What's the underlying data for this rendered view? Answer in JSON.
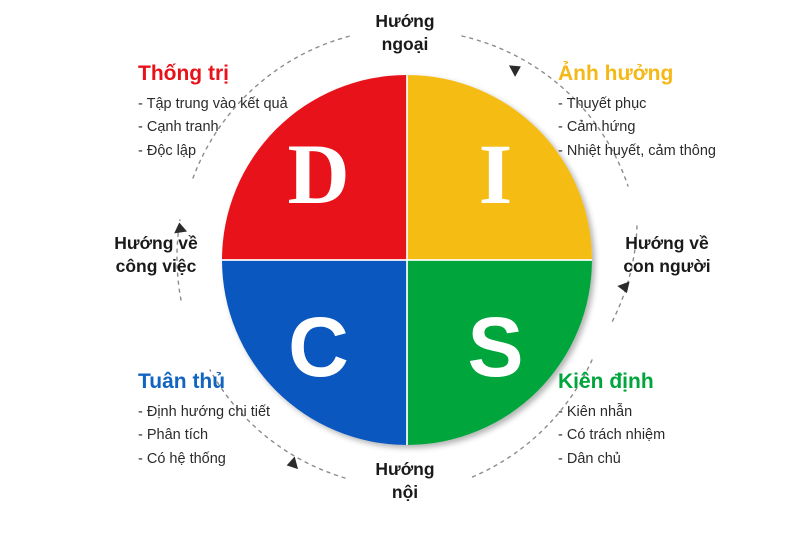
{
  "diagram": {
    "title": "DISC",
    "colors": {
      "dominance_red": "#E8121A",
      "influence_yellow": "#F5BC14",
      "compliance_blue": "#0B57C0",
      "steadiness_green": "#00A63C",
      "letter_white": "#FFFFFF",
      "arc_gray": "#8C8C8C",
      "body_text": "#2B2B2B"
    },
    "center": {
      "letters": [
        {
          "key": "D",
          "label": "D",
          "quadrant": "top-left",
          "color": "#E8121A"
        },
        {
          "key": "I",
          "label": "I",
          "quadrant": "top-right",
          "color": "#F5BC14"
        },
        {
          "key": "C",
          "label": "C",
          "quadrant": "bottom-left",
          "color": "#0B57C0"
        },
        {
          "key": "S",
          "label": "S",
          "quadrant": "bottom-right",
          "color": "#00A63C"
        }
      ]
    },
    "axes": {
      "top": {
        "line1": "Hướng",
        "line2": "ngoại"
      },
      "bottom": {
        "line1": "Hướng",
        "line2": "nội"
      },
      "left": {
        "line1": "Hướng về",
        "line2": "công việc"
      },
      "right": {
        "line1": "Hướng về",
        "line2": "con người"
      }
    },
    "quadrants": {
      "d": {
        "title": "Thống trị",
        "title_color": "#E8121A",
        "traits": [
          "- Tập trung vào kết quả",
          "- Cạnh tranh",
          "- Độc lập"
        ]
      },
      "i": {
        "title": "Ảnh hưởng",
        "title_color": "#F5B816",
        "traits": [
          "- Thuyết phục",
          "- Cảm hứng",
          "- Nhiệt huyết, cảm thông"
        ]
      },
      "c": {
        "title": "Tuân thủ",
        "title_color": "#1165C0",
        "traits": [
          "- Định hướng chi tiết",
          "- Phân tích",
          "- Có hệ thống"
        ]
      },
      "s": {
        "title": "Kiên định",
        "title_color": "#00A63C",
        "traits": [
          "- Kiên nhẫn",
          "- Có trách nhiệm",
          "- Dân chủ"
        ]
      }
    }
  }
}
